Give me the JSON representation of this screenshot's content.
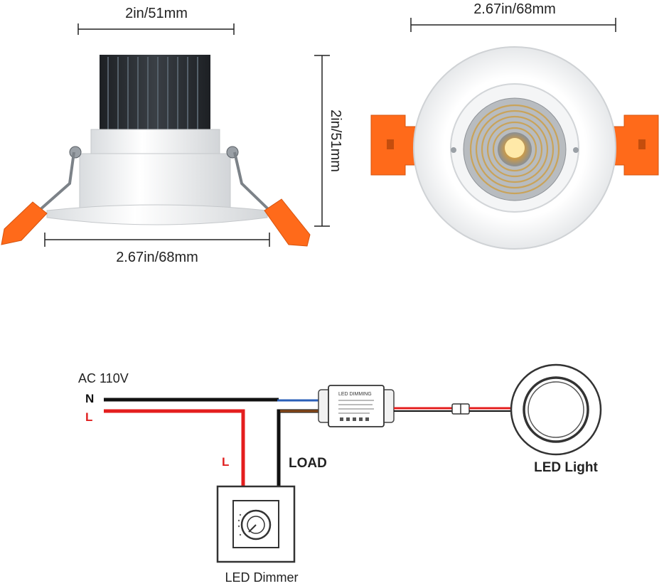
{
  "dimensions": {
    "side_width_top": "2in/51mm",
    "side_width_bottom": "2.67in/68mm",
    "side_height": "2in/51mm",
    "front_width": "2.67in/68mm"
  },
  "wiring": {
    "supply": "AC 110V",
    "neutral": "N",
    "live": "L",
    "live_drop": "L",
    "load": "LOAD",
    "driver_label": "LED DIMMING",
    "light_label": "LED Light",
    "dimmer_label": "LED Dimmer"
  },
  "colors": {
    "clip_orange": "#ff6a1a",
    "wire_red": "#e41e1e",
    "wire_black": "#111111",
    "wire_blue": "#2a5fb8",
    "wire_brown": "#8a4a1a",
    "heatsink": "#2b2f33",
    "led_yellow": "#ffd880"
  }
}
